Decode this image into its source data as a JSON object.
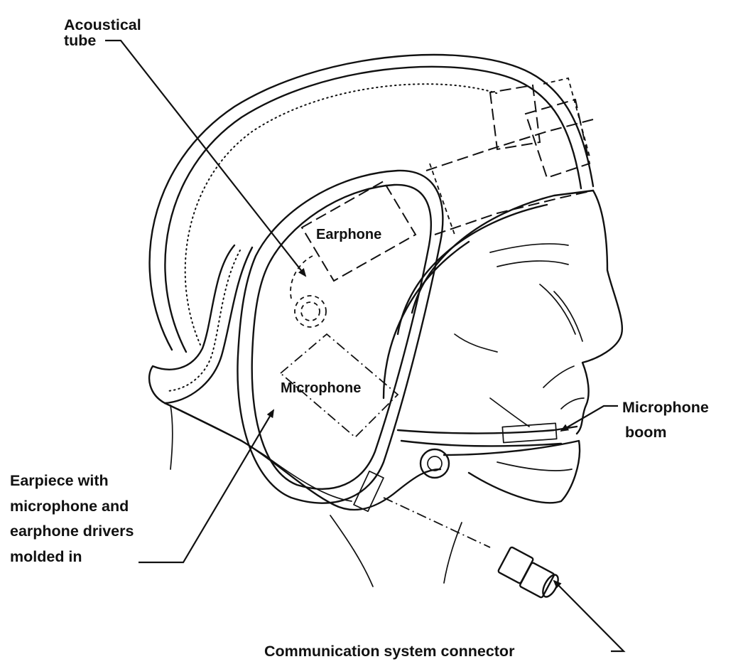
{
  "labels": {
    "acoustical_tube_line1": "Acoustical",
    "acoustical_tube_line2": "tube",
    "earphone": "Earphone",
    "microphone_inner": "Microphone",
    "microphone_boom_line1": "Microphone",
    "microphone_boom_line2": "boom",
    "earpiece_line1": "Earpiece with",
    "earpiece_line2": "microphone and",
    "earpiece_line3": "earphone drivers",
    "earpiece_line4": "molded in",
    "connector": "Communication system connector"
  },
  "colors": {
    "ink": "#111111",
    "background": "#ffffff"
  }
}
